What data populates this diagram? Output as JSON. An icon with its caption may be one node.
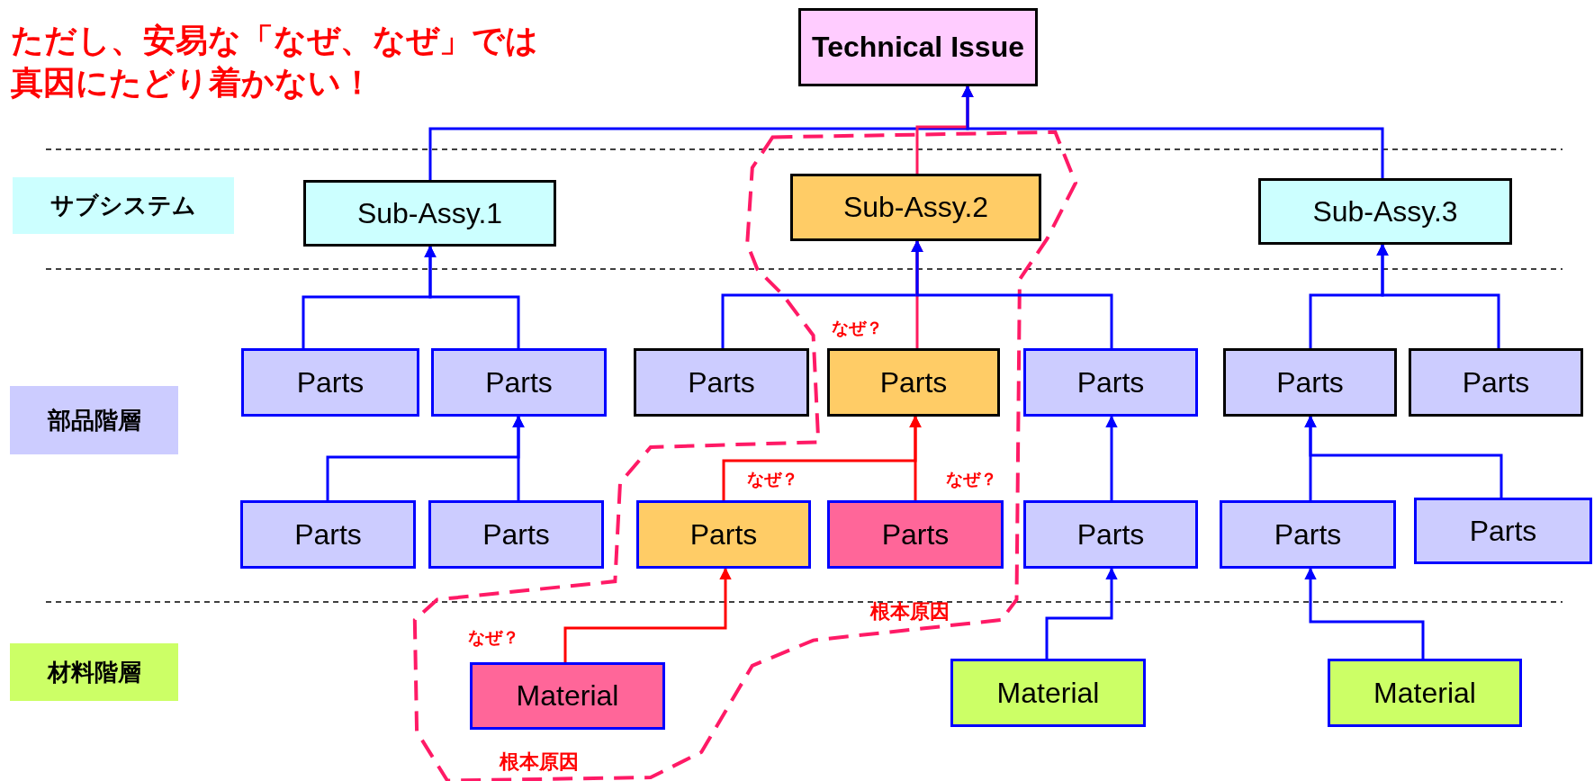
{
  "diagram": {
    "title": "ただし、安易な「なぜ、なぜ」では真因にたどり着かない！",
    "nodes": [
      {
        "text": [
          "Technical Issue"
        ]
      },
      {
        "text": [
          "サブシステム"
        ]
      },
      {
        "text": [
          "Sub-Assy.1"
        ]
      },
      {
        "text": [
          "Sub-Assy.2"
        ]
      },
      {
        "text": [
          "Sub-Assy.3"
        ]
      },
      {
        "text": [
          "部品階層"
        ]
      },
      {
        "text": [
          "Parts"
        ]
      },
      {
        "text": [
          "Parts"
        ]
      },
      {
        "text": [
          "Parts"
        ]
      },
      {
        "text": [
          "Parts"
        ]
      },
      {
        "text": [
          "Parts"
        ]
      },
      {
        "text": [
          "Parts"
        ]
      },
      {
        "text": [
          "Parts"
        ]
      },
      {
        "text": [
          "Parts"
        ]
      },
      {
        "text": [
          "Parts"
        ]
      },
      {
        "text": [
          "Parts"
        ]
      },
      {
        "text": [
          "Parts"
        ]
      },
      {
        "text": [
          "Parts"
        ]
      },
      {
        "text": [
          "Parts"
        ]
      },
      {
        "text": [
          "Parts"
        ]
      },
      {
        "text": [
          "材料階層"
        ]
      },
      {
        "text": [
          "Material"
        ]
      },
      {
        "text": [
          "Material"
        ]
      },
      {
        "text": [
          "Material"
        ]
      }
    ],
    "edges": [
      {
        "from": 2,
        "to": 0,
        "arrow": "to"
      },
      {
        "from": 3,
        "to": 0,
        "arrow": "to",
        "color": "#ff1a5e"
      },
      {
        "from": 4,
        "to": 0,
        "arrow": "to"
      },
      {
        "from": 6,
        "to": 2,
        "arrow": "to"
      },
      {
        "from": 7,
        "to": 2,
        "arrow": "to"
      },
      {
        "from": 8,
        "to": 3,
        "arrow": "to"
      },
      {
        "from": 9,
        "to": 3,
        "arrow": "to",
        "color": "#ff1a5e"
      },
      {
        "from": 10,
        "to": 3,
        "arrow": "to"
      },
      {
        "from": 11,
        "to": 4,
        "arrow": "to"
      },
      {
        "from": 12,
        "to": 4,
        "arrow": "to"
      },
      {
        "from": 13,
        "to": 7,
        "arrow": "to"
      },
      {
        "from": 14,
        "to": 7,
        "arrow": "to"
      },
      {
        "from": 15,
        "to": 9,
        "arrow": "to",
        "color": "#ff0000"
      },
      {
        "from": 16,
        "to": 9,
        "arrow": "to",
        "color": "#ff0000"
      },
      {
        "from": 17,
        "to": 10,
        "arrow": "to"
      },
      {
        "from": 18,
        "to": 11,
        "arrow": "to"
      },
      {
        "from": 19,
        "to": 11,
        "arrow": "to"
      },
      {
        "from": 21,
        "to": 15,
        "arrow": "to",
        "color": "#ff0000"
      },
      {
        "from": 22,
        "to": 17,
        "arrow": "to"
      },
      {
        "from": 23,
        "to": 18,
        "arrow": "to"
      }
    ],
    "labels": [
      "なぜ？",
      "なぜ？",
      "なぜ？",
      "なぜ？",
      "根本原因",
      "根本原因"
    ]
  }
}
